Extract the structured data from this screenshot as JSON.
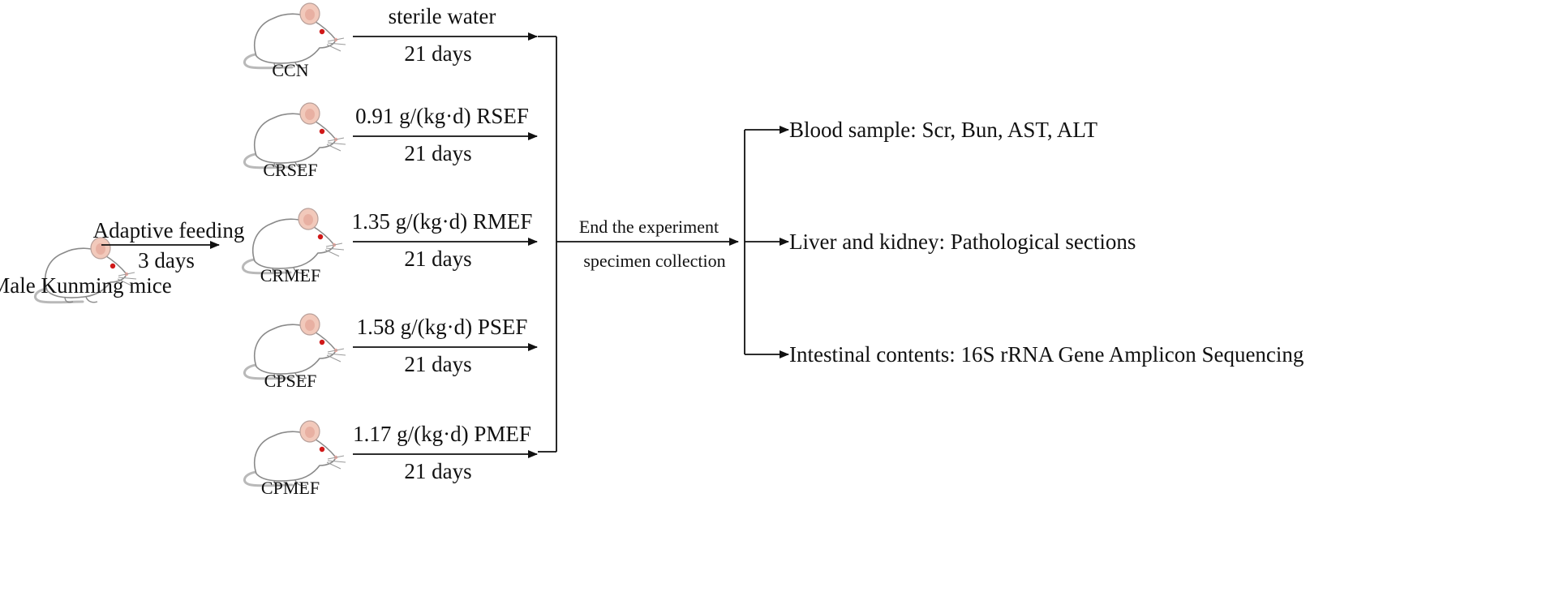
{
  "start": {
    "label": "Male Kunming mice",
    "arrow_top": "Adaptive feeding",
    "arrow_bottom": "3 days"
  },
  "groups": [
    {
      "name": "CCN",
      "treatment": "sterile water",
      "duration": "21 days"
    },
    {
      "name": "CRSEF",
      "treatment": "0.91 g/(kg·d) RSEF",
      "duration": "21 days"
    },
    {
      "name": "CRMEF",
      "treatment": "1.35 g/(kg·d) RMEF",
      "duration": "21 days"
    },
    {
      "name": "CPSEF",
      "treatment": "1.58 g/(kg·d) PSEF",
      "duration": "21 days"
    },
    {
      "name": "CPMEF",
      "treatment": "1.17 g/(kg·d) PMEF",
      "duration": "21 days"
    }
  ],
  "end": {
    "line1": "End the experiment",
    "line2": "specimen collection"
  },
  "outcomes": [
    "Blood sample: Scr, Bun, AST, ALT",
    "Liver and kidney: Pathological sections",
    "Intestinal contents: 16S rRNA Gene Amplicon Sequencing"
  ],
  "colors": {
    "line": "#111111",
    "mouse_body": "#ffffff",
    "mouse_outline": "#8a8a8a",
    "ear": "#f2c9bb",
    "eye": "#d01818",
    "tail": "#b9b9b9"
  }
}
